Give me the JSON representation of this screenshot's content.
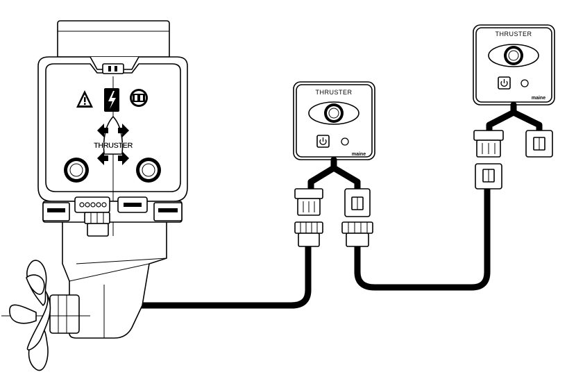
{
  "panel_1": {
    "label": "THRUSTER",
    "brand": "maine",
    "power_icon": "power-icon"
  },
  "panel_2": {
    "label": "THRUSTER",
    "brand": "maine",
    "power_icon": "power-icon"
  },
  "thruster_body": {
    "label": "THRUSTER",
    "warning_icon": "warning-triangle-icon",
    "shock_icon": "electric-shock-icon",
    "battery_icon": "battery-icon"
  },
  "colors": {
    "line": "#000000",
    "background": "#ffffff"
  }
}
